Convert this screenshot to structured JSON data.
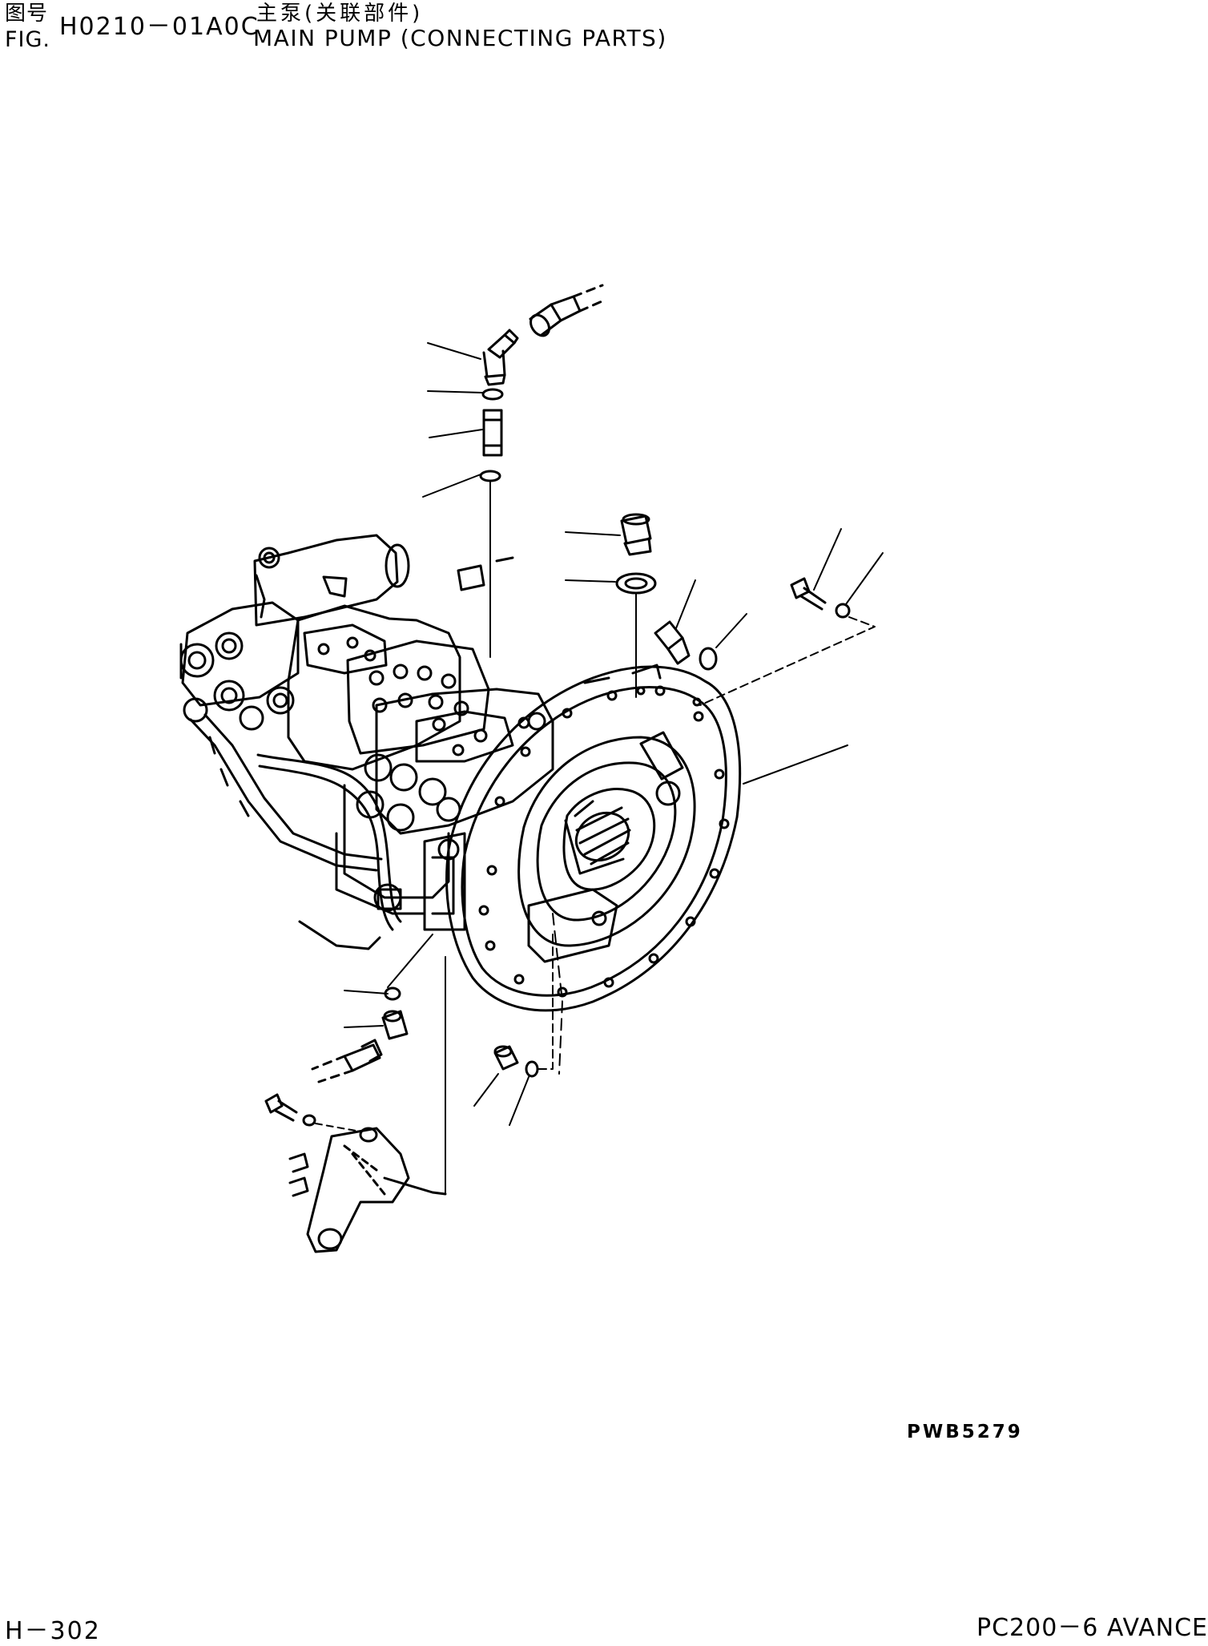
{
  "header": {
    "fig_label_cn": "图号",
    "fig_label": "FIG.",
    "fig_number": "H0210－01A0C",
    "title_cn": "主泵(关联部件)",
    "title_en": "MAIN PUMP (CONNECTING PARTS)"
  },
  "diagram": {
    "drawing_code": "PWB5279"
  },
  "footer": {
    "page_number": "H－302",
    "model": "PC200－6 AVANCE"
  }
}
